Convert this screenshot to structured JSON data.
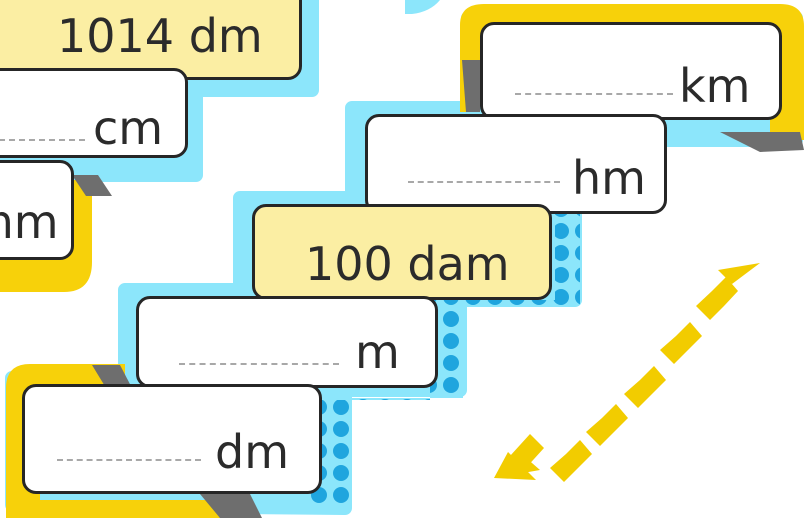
{
  "colors": {
    "staircase_outline": "#8ce6fb",
    "frame_yellow": "#f7d10a",
    "frame_shadow": "#6e6e6e",
    "dot_blue": "#1fa5de",
    "card_given": "#fbeea3",
    "card_blank": "#ffffff",
    "arrow": "#f2cc00"
  },
  "icons": {
    "arrow": "dashed-double-headed-arrow-icon"
  },
  "left_staircase": {
    "given_value": "1014 dm",
    "steps": [
      {
        "unit": "cm"
      },
      {
        "unit": "mm"
      }
    ]
  },
  "right_staircase": {
    "steps": [
      {
        "unit": "km"
      },
      {
        "unit": "hm"
      },
      {
        "given": "100 dam"
      },
      {
        "unit": "m"
      },
      {
        "unit": "dm"
      }
    ]
  }
}
